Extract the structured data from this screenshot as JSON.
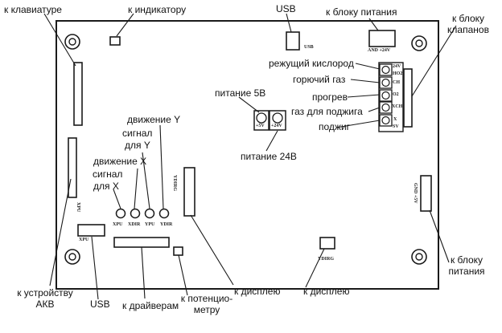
{
  "labels": {
    "keyboard": "к клавиатуре",
    "indicator": "к индикатору",
    "usb_top": "USB",
    "psu_top": "к блоку питания",
    "valve_block": [
      "к блоку",
      "клапанов"
    ],
    "cutting_oxygen": "режущий кислород",
    "fuel_gas": "горючий газ",
    "preheat": "прогрев",
    "ignition_gas": "газ для поджига",
    "ignition": "поджиг",
    "power_5v": "питание 5В",
    "power_24v": "питание 24В",
    "move_y": "движение Y",
    "signal_y": [
      "сигнал",
      "для Y"
    ],
    "move_x": "движение X",
    "signal_x": [
      "сигнал",
      "для X"
    ],
    "akv_device": [
      "к устройству",
      "АКВ"
    ],
    "usb_bottom": "USB",
    "drivers": "к драйверам",
    "potentiometer": [
      "к потенцио-",
      "метру"
    ],
    "display_1": "к дисплею",
    "display_2": "к дисплею",
    "psu_right": [
      "к блоку",
      "питания"
    ]
  },
  "silkscreen": {
    "usb": "USB",
    "gnd_24v_top": "AND +24V",
    "valve_pins": [
      "24V",
      "НО2",
      "CH",
      "O2",
      "XCH",
      "X",
      "SV"
    ],
    "pwr_5v": "+5V",
    "pwr_24v": "+24V",
    "ydir_vertical": "YDIRG",
    "signal_row": [
      "XPU",
      "XDIR",
      "YPU",
      "YDIR"
    ],
    "xpu_vertical": "XPU",
    "xpu_side": "XPU",
    "ydir_bottom": "YDIRG",
    "gnd_5v": "GND +5V"
  }
}
